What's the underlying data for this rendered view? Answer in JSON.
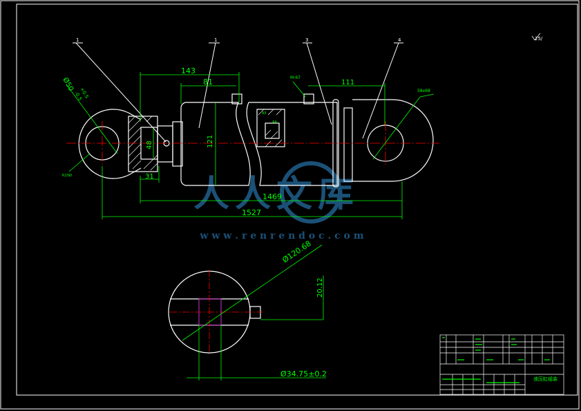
{
  "colors": {
    "background": "#000000",
    "outline": "#ffffff",
    "dimension": "#00ff00",
    "centerline": "#ff0000",
    "highlight": "#cc33cc",
    "watermark": "#1e5a84"
  },
  "balloons": {
    "b1": "1",
    "b2": "1",
    "b3": "3",
    "b4": "4"
  },
  "roughness_note": "25/",
  "dimensions": {
    "eye_diameter": "Ø50",
    "eye_tol_upper": "+0.5",
    "eye_tol_lower": "-0.5",
    "eye_outer": "R23Ø",
    "d143": "143",
    "d81": "81",
    "d48": "48",
    "d31": "31",
    "d121": "121",
    "port_thread": "M-67",
    "d111": "111",
    "rod_end": "58x68",
    "d1469": "1469",
    "d1527": "1527",
    "d120_68": "Ø120.68",
    "d20_12": "20.12",
    "d34_75": "Ø34.75±0.2"
  },
  "section_marks": {
    "m1": "A3",
    "m2": "A4"
  },
  "watermark": {
    "text_cn": "人人文库",
    "url": "w w w . r e n r e n d o c . c o m"
  },
  "title_block": {
    "drawing_title": "液压缸组装"
  }
}
